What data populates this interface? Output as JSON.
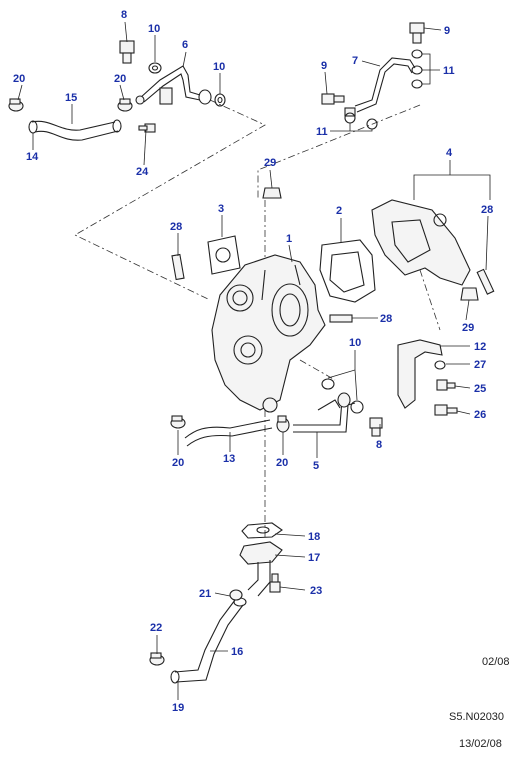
{
  "callouts": {
    "c1": "1",
    "c2": "2",
    "c3": "3",
    "c4": "4",
    "c5": "5",
    "c6": "6",
    "c7": "7",
    "c8a": "8",
    "c8b": "8",
    "c9a": "9",
    "c9b": "9",
    "c10a": "10",
    "c10b": "10",
    "c10c": "10",
    "c11a": "11",
    "c11b": "11",
    "c12": "12",
    "c13": "13",
    "c14": "14",
    "c15": "15",
    "c16": "16",
    "c17": "17",
    "c18": "18",
    "c19": "19",
    "c20a": "20",
    "c20b": "20",
    "c20c": "20",
    "c20d": "20",
    "c21": "21",
    "c22": "22",
    "c23": "23",
    "c24": "24",
    "c25": "25",
    "c26": "26",
    "c27": "27",
    "c28a": "28",
    "c28b": "28",
    "c28c": "28",
    "c29a": "29",
    "c29b": "29"
  },
  "footer": {
    "revision": "02/08",
    "drawing_code": "S5.N02030",
    "date": "13/02/08"
  },
  "colors": {
    "callout": "#1a2fa8",
    "line": "#222222"
  }
}
